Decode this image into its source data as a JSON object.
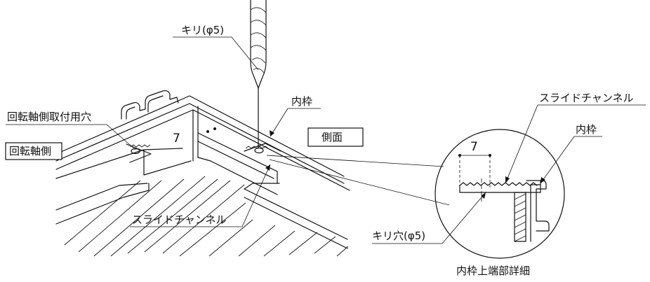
{
  "labels": {
    "drill": "キリ(φ5)",
    "inner_frame_top": "内枠",
    "mount_hole": "回転軸側取付用穴",
    "pivot_side": "回転軸側",
    "side_face": "側面",
    "slide_channel_main": "スライドチャンネル",
    "slide_channel_detail": "スライドチャンネル",
    "inner_frame_detail": "内枠",
    "dim_main": "7",
    "dim_detail": "7",
    "drill_hole": "キリ穴(φ5)",
    "detail_caption": "内枠上端部詳細"
  }
}
